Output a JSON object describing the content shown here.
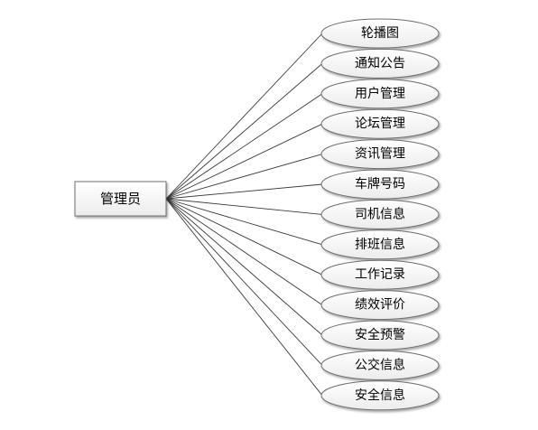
{
  "diagram": {
    "root": {
      "label": "管理员"
    },
    "children": [
      {
        "label": "轮播图"
      },
      {
        "label": "通知公告"
      },
      {
        "label": "用户管理"
      },
      {
        "label": "论坛管理"
      },
      {
        "label": "资讯管理"
      },
      {
        "label": "车牌号码"
      },
      {
        "label": "司机信息"
      },
      {
        "label": "排班信息"
      },
      {
        "label": "工作记录"
      },
      {
        "label": "绩效评价"
      },
      {
        "label": "安全预警"
      },
      {
        "label": "公交信息"
      },
      {
        "label": "安全信息"
      }
    ]
  }
}
